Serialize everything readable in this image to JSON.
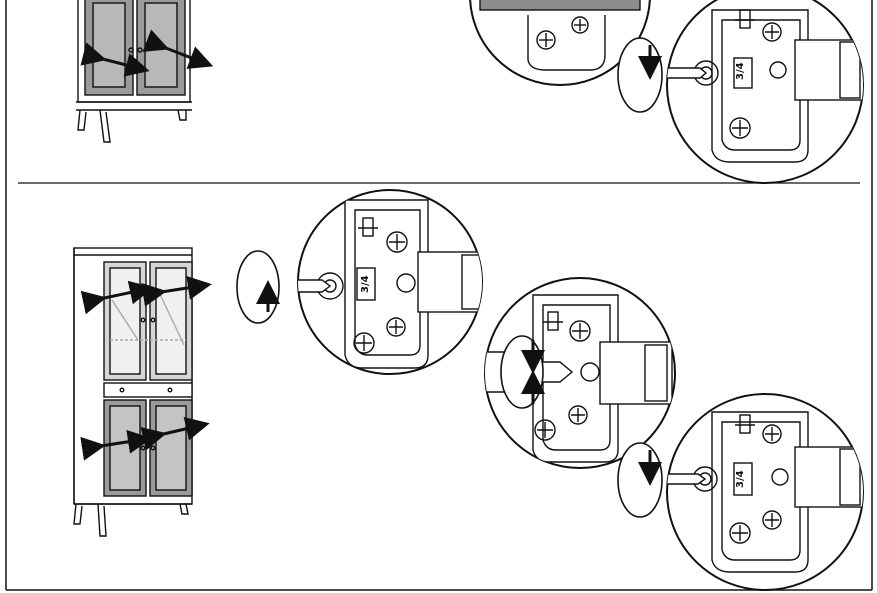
{
  "document": {
    "hinge_labels": {
      "top_right": "3/4",
      "bottom_left": "3/4",
      "bottom_right": "3/4"
    },
    "colors": {
      "ink": "#111111",
      "paper": "#ffffff",
      "grey": "#cfcfcf"
    }
  }
}
